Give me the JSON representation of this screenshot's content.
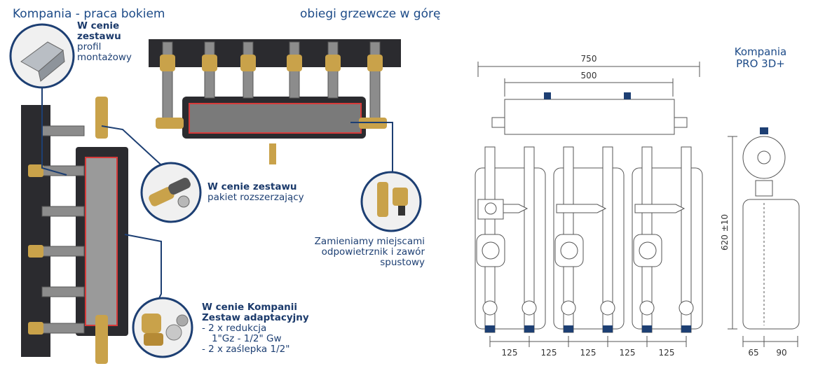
{
  "titles": {
    "left": "Kompania - praca bokiem",
    "middle": "obiegi grzewcze w górę",
    "right_line1": "Kompania",
    "right_line2": "PRO 3D+"
  },
  "callouts": {
    "profile": {
      "bold1": "W cenie",
      "bold2": "zestawu",
      "line3": "profil",
      "line4": "montażowy"
    },
    "expansion": {
      "bold": "W cenie zestawu",
      "line2": "pakiet rozszerzający"
    },
    "swap": {
      "line1": "Zamieniamy miejscami",
      "line2": "odpowietrznik i zawór",
      "line3": "spustowy"
    },
    "adapter": {
      "bold1": "W cenie Kompanii",
      "bold2": "Zestaw adaptacyjny",
      "line3": "- 2 x redukcja",
      "line4": "1\"Gz - 1/2\" Gw",
      "line5": "- 2 x zaślepka 1/2\""
    }
  },
  "dimensions": {
    "total_width": "750",
    "inner_width": "500",
    "height": "620 ±10",
    "spacing": [
      "125",
      "125",
      "125",
      "125",
      "125"
    ],
    "depth_a": "65",
    "depth_b": "90"
  },
  "colors": {
    "brand_blue": "#1d4b88",
    "insulation": "#2a2a2e",
    "brass": "#c9a24a",
    "red_line": "#d63a3a",
    "drawing_line": "#444444"
  }
}
